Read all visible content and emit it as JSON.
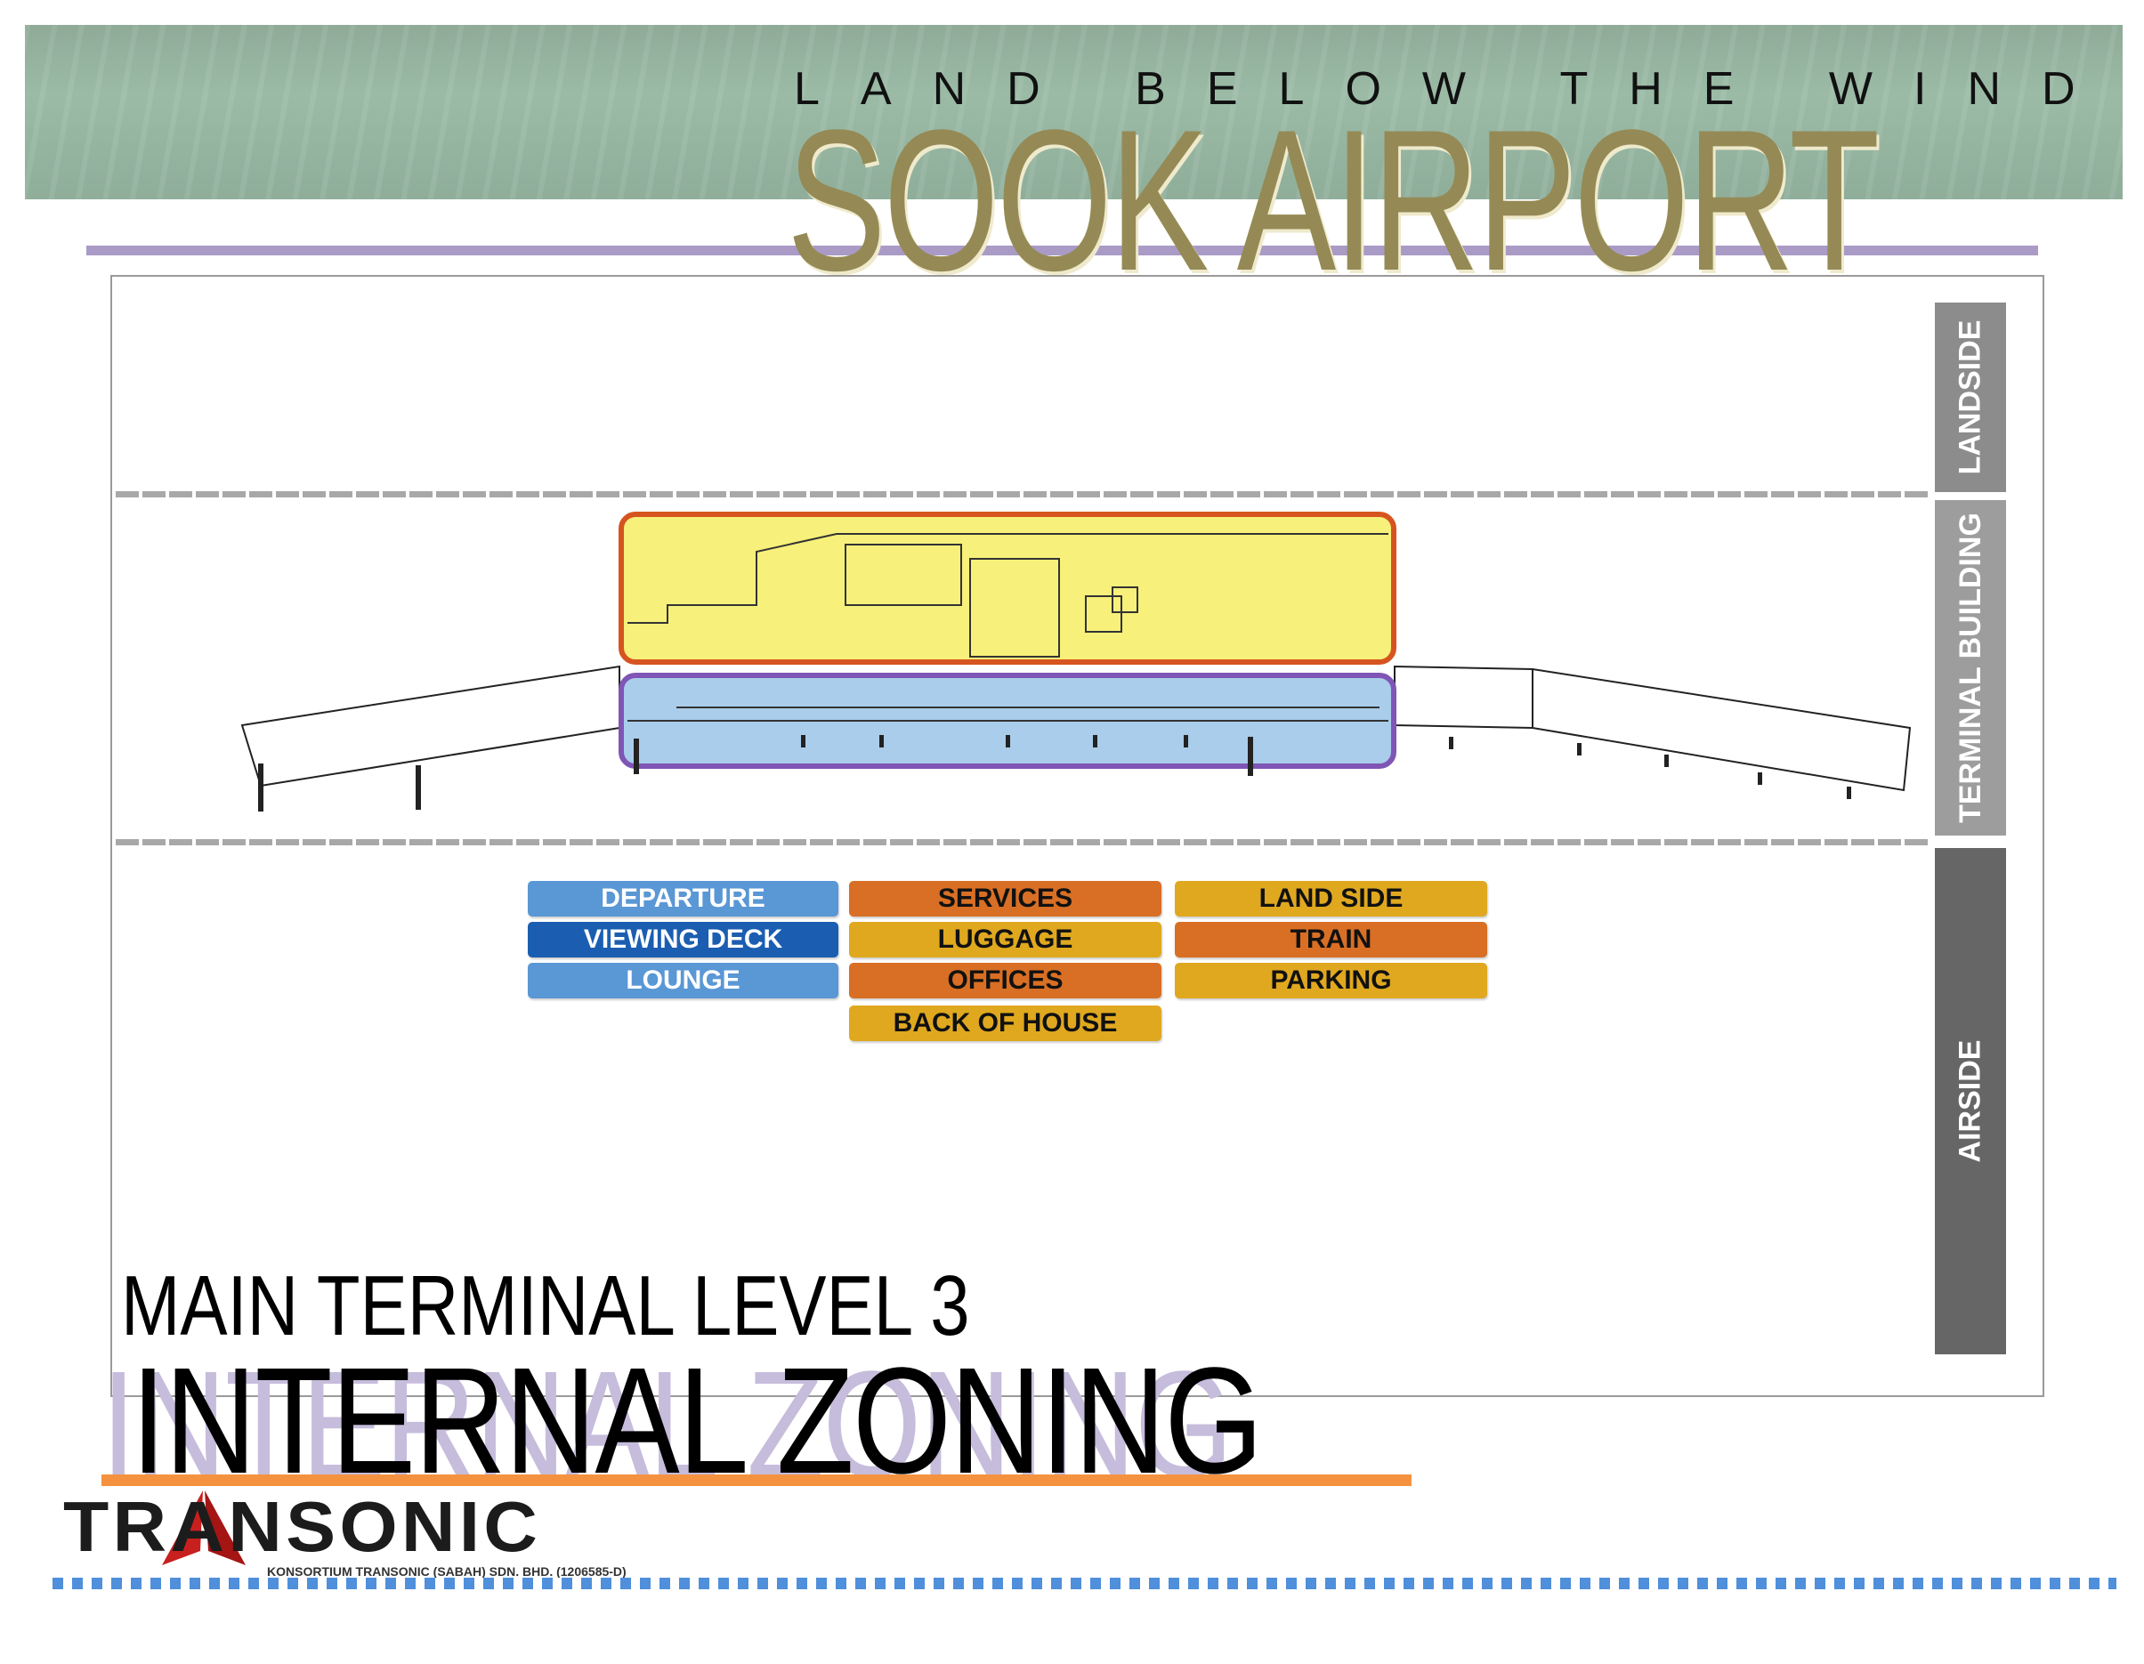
{
  "header": {
    "tagline": "LAND BELOW THE WIND",
    "title": "SOOK AIRPORT"
  },
  "side_labels": {
    "landside": "LANDSIDE",
    "terminal": "TERMINAL BUILDING",
    "airside": "AIRSIDE"
  },
  "legend": [
    {
      "label": "DEPARTURE",
      "color": "#5a97d5"
    },
    {
      "label": "VIEWING DECK",
      "color": "#1b5eb1"
    },
    {
      "label": "LOUNGE",
      "color": "#5a97d5"
    },
    {
      "label": "SERVICES",
      "color": "#d86f24"
    },
    {
      "label": "LUGGAGE",
      "color": "#dfa81f"
    },
    {
      "label": "OFFICES",
      "color": "#d86f24"
    },
    {
      "label": "BACK OF HOUSE",
      "color": "#dfa81f"
    },
    {
      "label": "LAND SIDE",
      "color": "#dfa81f"
    },
    {
      "label": "TRAIN",
      "color": "#d86f24"
    },
    {
      "label": "PARKING",
      "color": "#dfa81f"
    }
  ],
  "titles": {
    "subtitle": "MAIN TERMINAL LEVEL 3",
    "main": "INTERNAL ZONING"
  },
  "logo": {
    "name": "TRANSONIC",
    "company": "KONSORTIUM TRANSONIC (SABAH) SDN. BHD. (1206585-D)"
  }
}
